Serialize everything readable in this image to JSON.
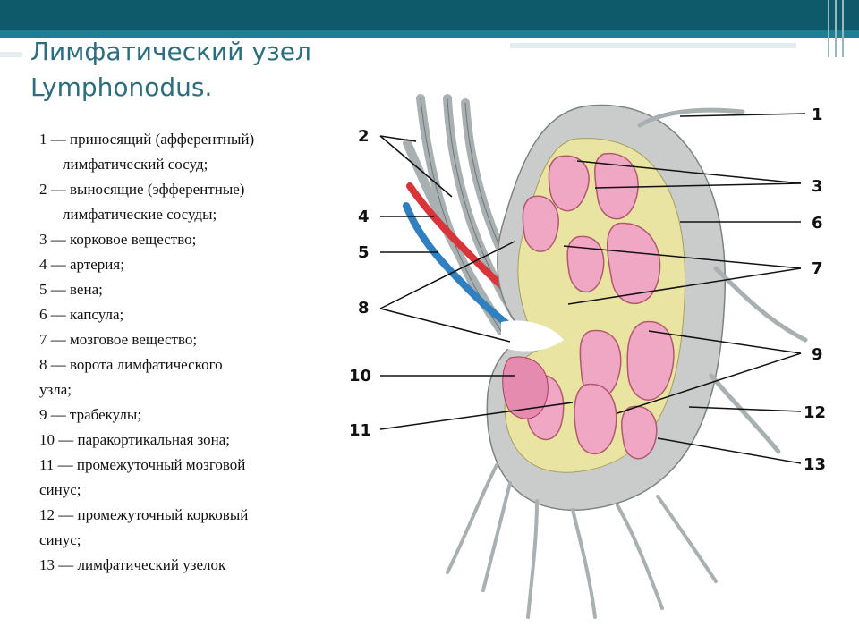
{
  "slide": {
    "title_line1": "Лимфатический узел",
    "title_line2": "Lymphonodus."
  },
  "legend": [
    {
      "line1": "1 — приносящий (афферентный)",
      "line2": "лимфатический сосуд;"
    },
    {
      "line1": "2 — выносящие (эфферентные)",
      "line2": "лимфатические сосуды;"
    },
    {
      "line1": "3 — корковое вещество;"
    },
    {
      "line1": "4 — артерия;"
    },
    {
      "line1": "5 — вена;"
    },
    {
      "line1": "6 — капсула;"
    },
    {
      "line1": "7 — мозговое вещество;"
    },
    {
      "line1": "8 — ворота лимфатического",
      "line2": "узла;"
    },
    {
      "line1": "9 — трабекулы;"
    },
    {
      "line1": "10 — паракортикальная зона;"
    },
    {
      "line1": "11 — промежуточный мозговой",
      "line2": "синус;"
    },
    {
      "line1": "12 — промежуточный корковый",
      "line2": "синус;"
    },
    {
      "line1": "13 — лимфатический узелок"
    }
  ],
  "diagram_labels": {
    "n1": "1",
    "n2": "2",
    "n3": "3",
    "n4": "4",
    "n5": "5",
    "n6": "6",
    "n7": "7",
    "n8": "8",
    "n9": "9",
    "n10": "10",
    "n11": "11",
    "n12": "12",
    "n13": "13"
  },
  "colors": {
    "header": "#0e5a6b",
    "title": "#2c6e7e",
    "capsule": "#c9cccb",
    "cortex": "#e9e4a2",
    "nodule": "#f0a7c4",
    "artery": "#d8343a",
    "vein": "#2f7fc1"
  }
}
